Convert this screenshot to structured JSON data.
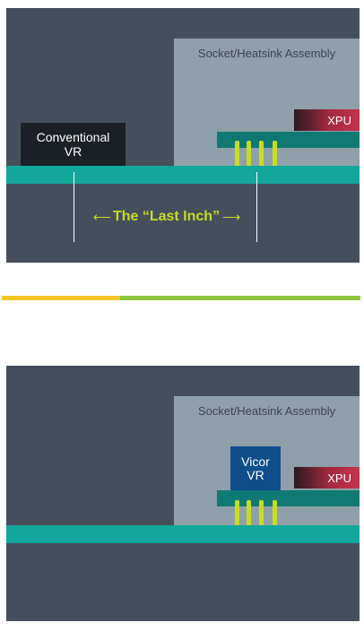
{
  "top_panel": {
    "assembly_label": "Socket/Heatsink Assembly",
    "xpu_label": "XPU",
    "vr_label": "Conventional\nVR",
    "last_inch_label": "The “Last Inch”",
    "arrow_left": "⟵",
    "arrow_right": "⟶"
  },
  "bottom_panel": {
    "assembly_label": "Socket/Heatsink Assembly",
    "xpu_label": "XPU",
    "vr_label": "Vicor\nVR"
  },
  "colors": {
    "panel": "#454f5c",
    "assembly": "#8fa0aa",
    "board": "#13a69b",
    "substrate": "#0f7a73",
    "pins": "#c7dd1f",
    "last_inch_text": "#c9dc22",
    "divider_left": "#f4c42a",
    "divider_right": "#8ec63f"
  }
}
